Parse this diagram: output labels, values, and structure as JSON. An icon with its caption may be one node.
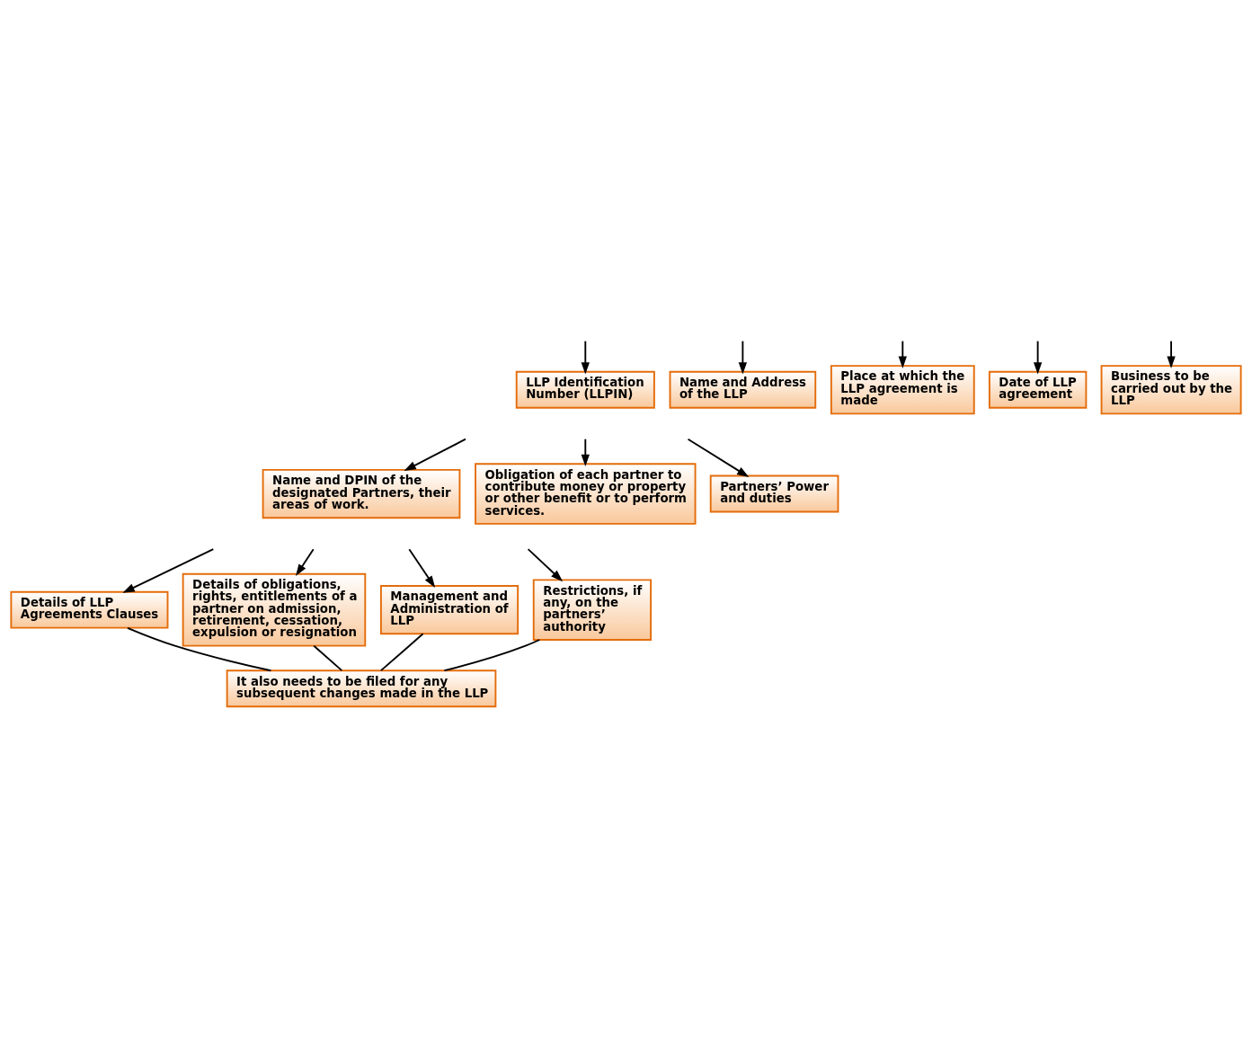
{
  "diagram": {
    "nodes": [
      {
        "text": [
          "LLP Identification Number (LLPIN)"
        ]
      },
      {
        "text": [
          "Name and Address of the LLP"
        ]
      },
      {
        "text": [
          "Place at which the LLP agreement is made"
        ]
      },
      {
        "text": [
          "Date of LLP agreement"
        ]
      },
      {
        "text": [
          "Business to be carried out by the LLP"
        ]
      },
      {
        "text": [
          "Name and DPIN of the designated Partners, their areas of work."
        ]
      },
      {
        "text": [
          "Obligation of each partner to contribute money or property or other benefit or to perform services."
        ]
      },
      {
        "text": [
          "Partners’ Power and duties"
        ]
      },
      {
        "text": [
          "Details of LLP Agreements Clauses"
        ]
      },
      {
        "text": [
          "Details of obligations, rights, entitlements of a partner on admission, retirement, cessation, expulsion or resignation"
        ]
      },
      {
        "text": [
          "Management and Administration of LLP"
        ]
      },
      {
        "text": [
          "Restrictions, if any, on the partners’ authority"
        ]
      },
      {
        "text": [
          "It also needs to be filed for any subsequent changes made in the LLP"
        ]
      }
    ],
    "edges": [
      {
        "from": null,
        "to": 0,
        "arrow": "to"
      },
      {
        "from": null,
        "to": 1,
        "arrow": "to"
      },
      {
        "from": null,
        "to": 2,
        "arrow": "to"
      },
      {
        "from": null,
        "to": 3,
        "arrow": "to"
      },
      {
        "from": null,
        "to": 4,
        "arrow": "to"
      },
      {
        "from": null,
        "to": 5,
        "arrow": "to"
      },
      {
        "from": null,
        "to": 6,
        "arrow": "to"
      },
      {
        "from": null,
        "to": 7,
        "arrow": "to"
      },
      {
        "from": null,
        "to": 8,
        "arrow": "to"
      },
      {
        "from": null,
        "to": 9,
        "arrow": "to"
      },
      {
        "from": null,
        "to": 10,
        "arrow": "to"
      },
      {
        "from": null,
        "to": 11,
        "arrow": "to"
      },
      {
        "from": 8,
        "to": 12,
        "arrow": "none"
      },
      {
        "from": 9,
        "to": 12,
        "arrow": "none"
      },
      {
        "from": 10,
        "to": 12,
        "arrow": "none"
      },
      {
        "from": 11,
        "to": 12,
        "arrow": "none"
      }
    ]
  }
}
